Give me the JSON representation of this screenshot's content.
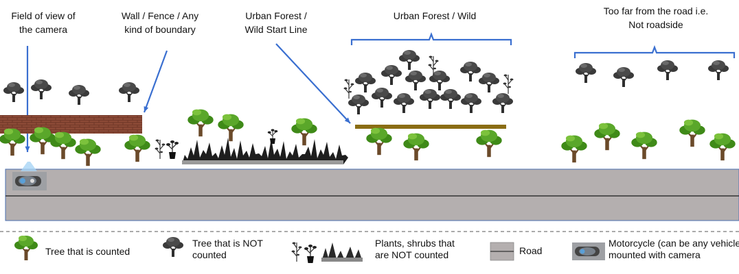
{
  "annotations": {
    "fov": [
      "Field of view of",
      "the camera"
    ],
    "wall": [
      "Wall / Fence / Any",
      "kind of boundary"
    ],
    "start_line": [
      "Urban Forest /",
      "Wild Start Line"
    ],
    "forest": [
      "Urban Forest / Wild"
    ],
    "far": [
      "Too far from the road i.e.",
      "Not roadside"
    ]
  },
  "legend": {
    "counted": [
      "Tree that is counted"
    ],
    "not_counted": [
      "Tree that is NOT",
      "counted"
    ],
    "plants": [
      "Plants, shrubs that",
      "are NOT counted"
    ],
    "road": [
      "Road"
    ],
    "vehicle": [
      "Motorcycle (can be any vehicle)",
      "mounted with camera"
    ]
  },
  "colors": {
    "tree_counted": "#4e9a1e",
    "tree_not_counted": "#3c3c3c",
    "trunk": "#6b4a2a",
    "road": "#b4afaf",
    "wall": "#8c4a36",
    "start_line": "#8a6d14",
    "arrow": "#3a6fd0"
  }
}
